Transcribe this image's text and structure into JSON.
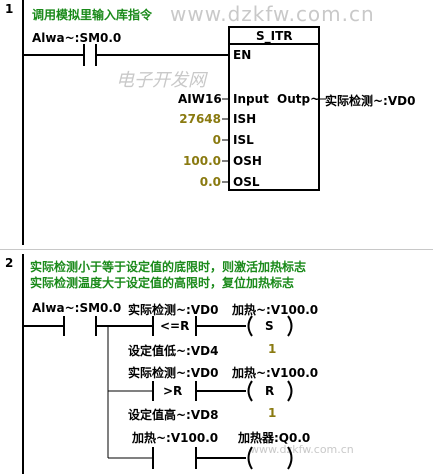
{
  "network1": {
    "number": "1",
    "comment": "调用模拟里输入库指令",
    "contact_address": "Alwa~:SM0.0",
    "block_name": "S_ITR",
    "pins": {
      "en": "EN",
      "input": "Input",
      "isl": "ISL",
      "ish": "ISH",
      "osh": "OSH",
      "osl": "OSL",
      "output": "Outp~"
    },
    "input_operand": "AIW16",
    "ish_value": "27648",
    "isl_value": "0",
    "osh_value": "100.0",
    "osl_value": "0.0",
    "output_operand": "实际检测~:VD0"
  },
  "network2": {
    "number": "2",
    "comment_line1": "实际检测小于等于设定值的底限时，则激活加热标志",
    "comment_line2": "实际检测温度大于设定值的高限时，复位加热标志",
    "contact_address": "Alwa~:SM0.0",
    "rung1": {
      "op1": "实际检测~:VD0",
      "compare": "<=R",
      "op2": "设定值低~:VD4",
      "coil_addr": "加热~:V100.0",
      "coil": "S",
      "coil_n": "1"
    },
    "rung2": {
      "op1": "实际检测~:VD0",
      "compare": ">R",
      "op2": "设定值高~:VD8",
      "coil_addr": "加热~:V100.0",
      "coil": "R",
      "coil_n": "1"
    },
    "rung3": {
      "contact_addr": "加热~:V100.0",
      "coil_addr": "加热器:Q0.0"
    }
  },
  "watermark": {
    "url_top": "www.dzkfw.com.cn",
    "cn_text": "电子开发网",
    "url_bottom": "www.dzkfw.com.cn"
  },
  "colors": {
    "comment": "#1a8a1a",
    "value": "#8a7a10",
    "watermark": "#c9c9c9"
  }
}
